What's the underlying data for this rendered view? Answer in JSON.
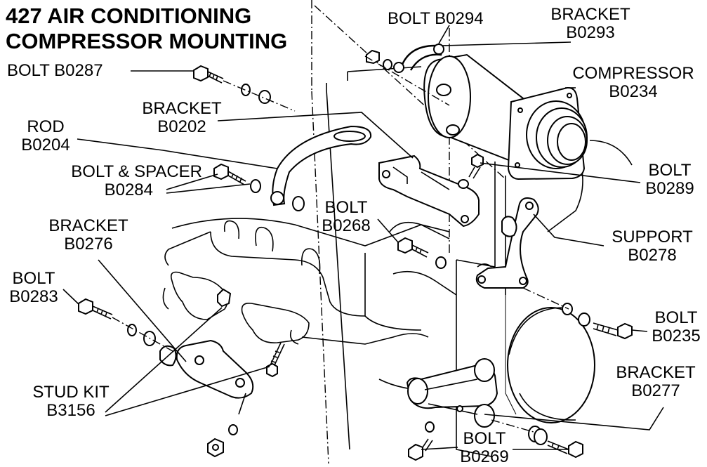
{
  "title": {
    "line1": "427 AIR CONDITIONING",
    "line2": "COMPRESSOR MOUNTING"
  },
  "labels": {
    "bolt_b0287": {
      "name": "BOLT  B0287"
    },
    "bolt_b0294": {
      "name": "BOLT B0294"
    },
    "bracket_b0293": {
      "name": "BRACKET",
      "part": "B0293"
    },
    "compressor_b0234": {
      "name": "COMPRESSOR",
      "part": "B0234"
    },
    "bracket_b0202": {
      "name": "BRACKET",
      "part": "B0202"
    },
    "rod_b0204": {
      "name": "ROD",
      "part": "B0204"
    },
    "bolt_spacer_b0284": {
      "name": "BOLT & SPACER",
      "part": "B0284"
    },
    "bolt_b0289": {
      "name": "BOLT",
      "part": "B0289"
    },
    "bolt_b0268": {
      "name": "BOLT",
      "part": "B0268"
    },
    "bracket_b0276": {
      "name": "BRACKET",
      "part": "B0276"
    },
    "support_b0278": {
      "name": "SUPPORT",
      "part": "B0278"
    },
    "bolt_b0283": {
      "name": "BOLT",
      "part": "B0283"
    },
    "bolt_b0235": {
      "name": "BOLT",
      "part": "B0235"
    },
    "bracket_b0277": {
      "name": "BRACKET",
      "part": "B0277"
    },
    "stud_kit_b3156": {
      "name": "STUD KIT",
      "part": "B3156"
    },
    "bolt_b0269": {
      "name": "BOLT",
      "part": "B0269"
    }
  }
}
